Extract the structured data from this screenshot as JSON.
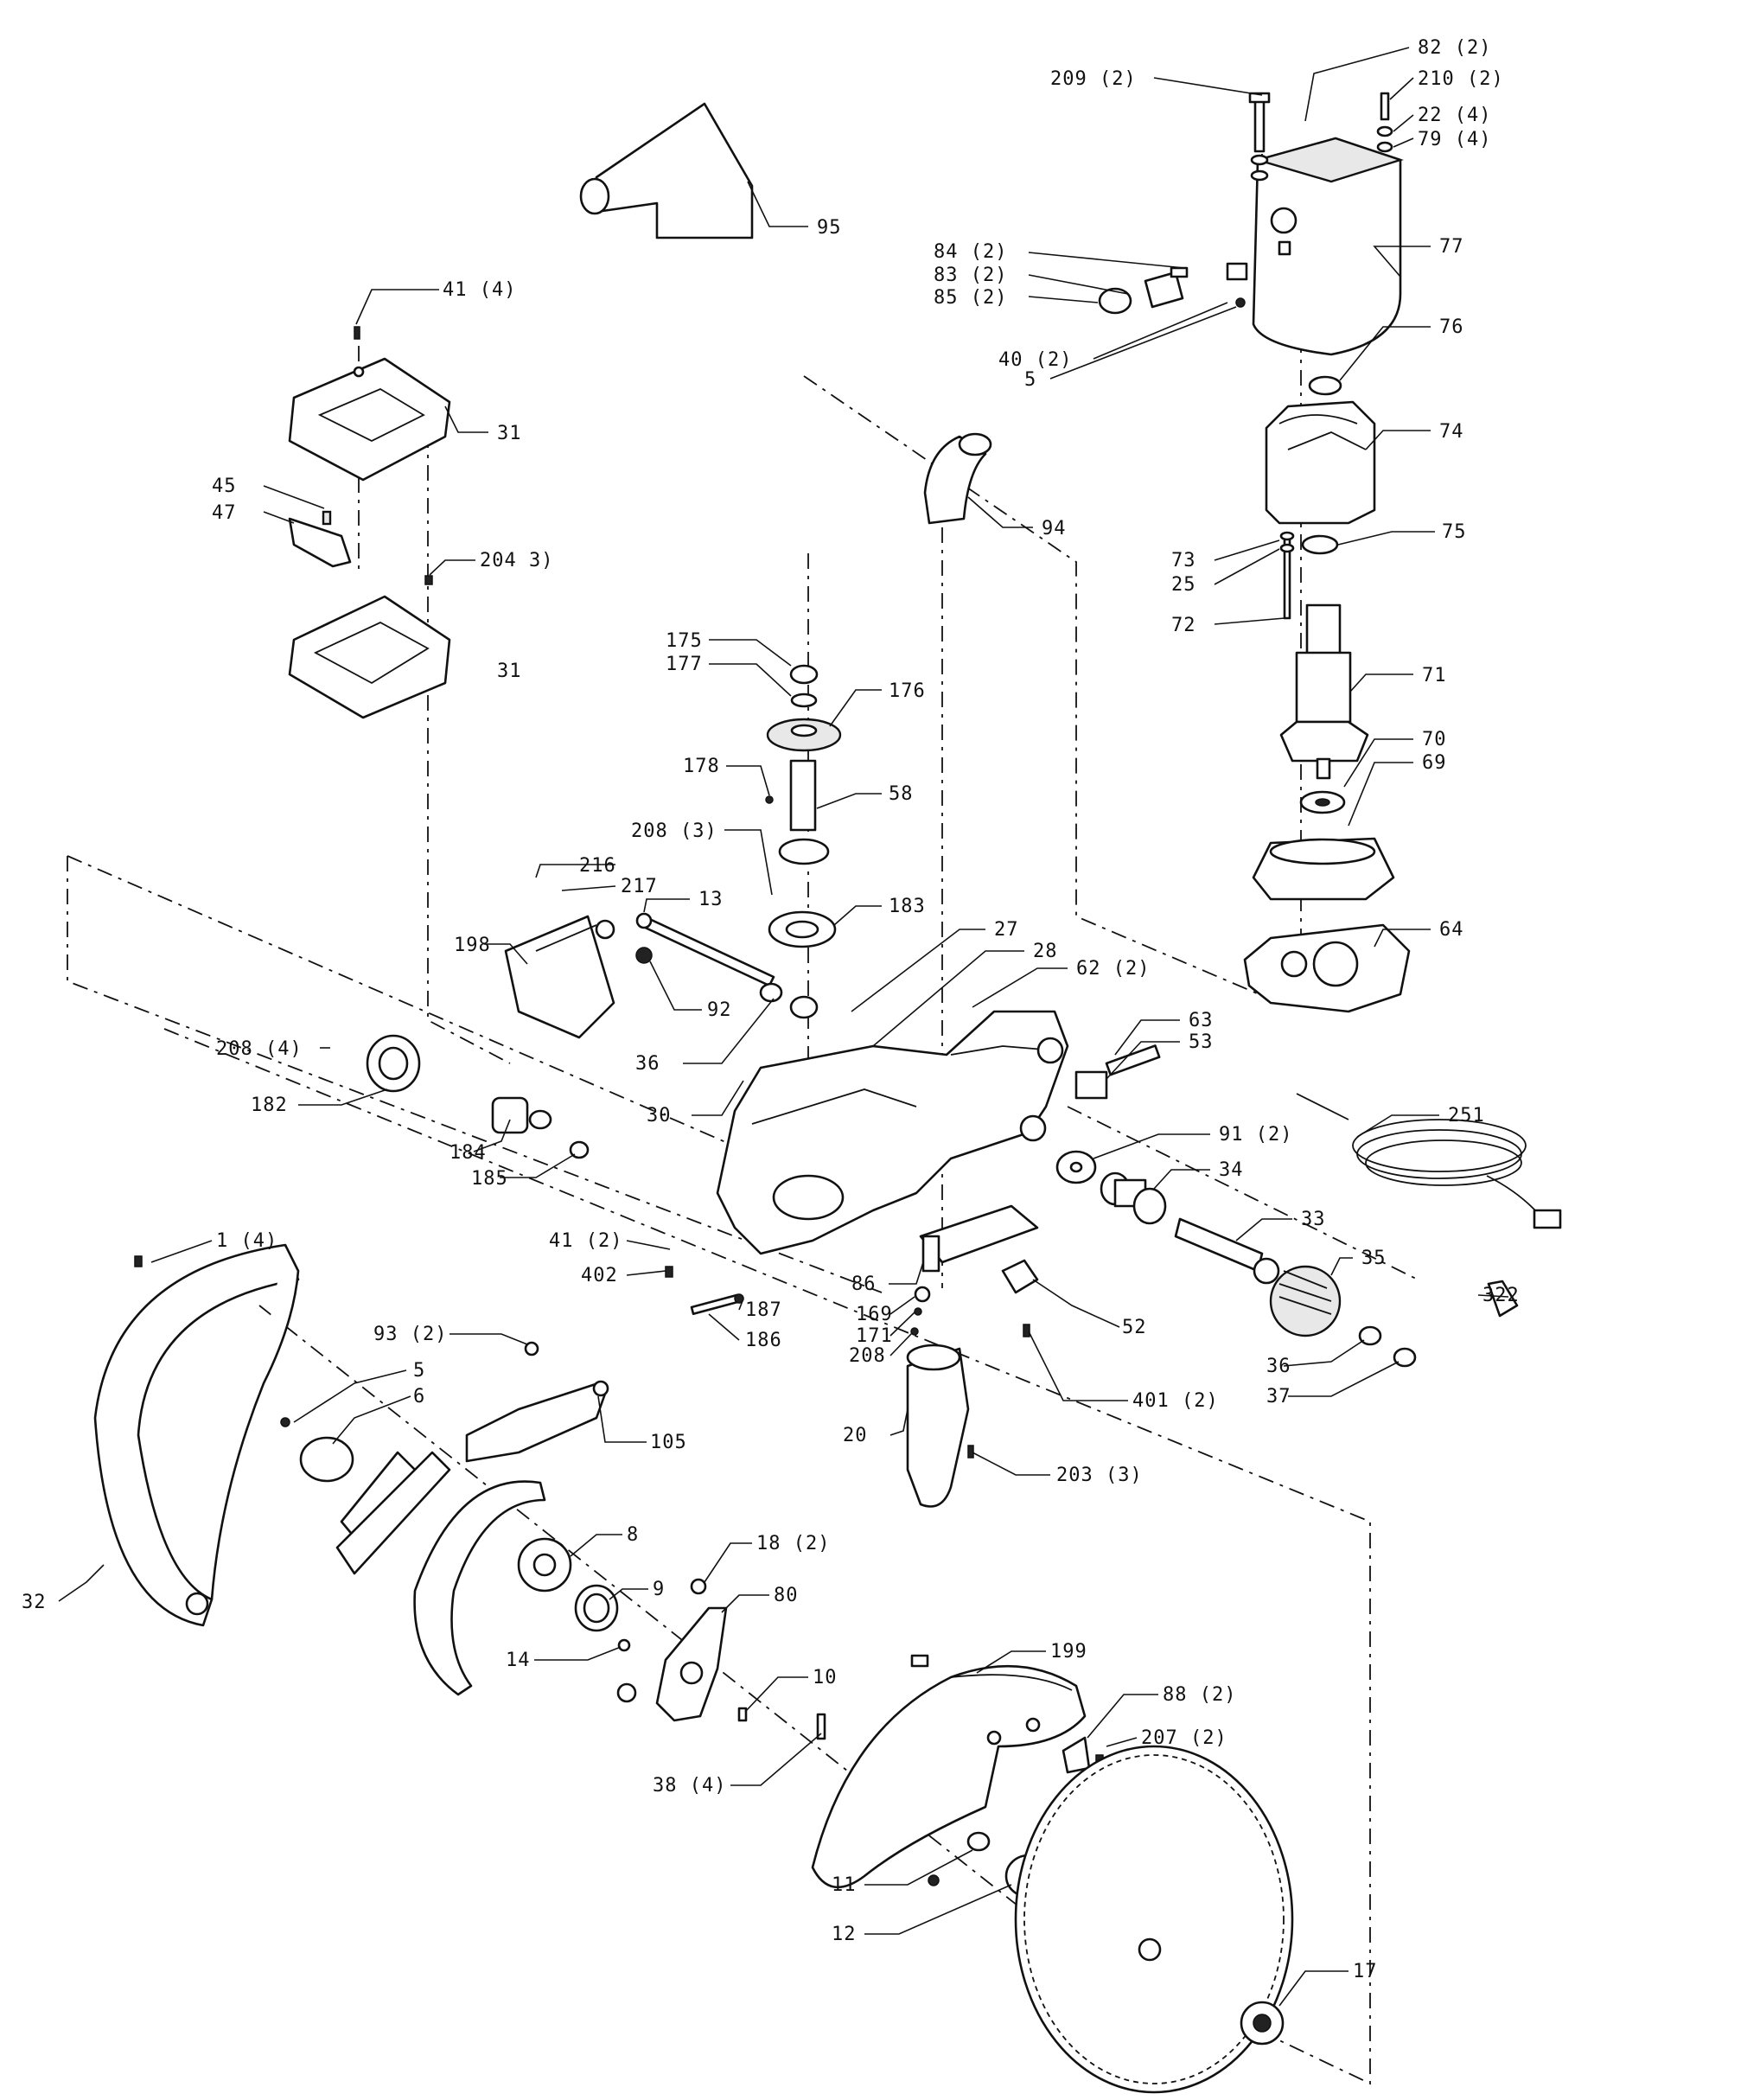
{
  "labels": [
    "82 (2)",
    "209 (2)",
    "210 (2)",
    "22 (4)",
    "79 (4)",
    "95",
    "77",
    "84 (2)",
    "83 (2)",
    "85 (2)",
    "76",
    "40 (2)",
    "5",
    "41 (4)",
    "31",
    "74",
    "45",
    "47",
    "94",
    "204 3)",
    "73",
    "75",
    "25",
    "72",
    "175",
    "177",
    "176",
    "71",
    "178",
    "58",
    "70",
    "69",
    "208 (3)",
    "216",
    "217",
    "13",
    "183",
    "198",
    "92",
    "27",
    "28",
    "62 (2)",
    "64",
    "63",
    "208 (4)",
    "36",
    "53",
    "182",
    "30",
    "251",
    "184",
    "91 (2)",
    "185",
    "34",
    "33",
    "41 (2)",
    "402",
    "35",
    "86",
    "187",
    "186",
    "169",
    "52",
    "322",
    "171",
    "208",
    "36",
    "1 (4)",
    "93 (2)",
    "37",
    "5",
    "401 (2)",
    "6",
    "105",
    "20",
    "203 (3)",
    "8",
    "18 (2)",
    "9",
    "80",
    "199",
    "14",
    "32",
    "10",
    "88 (2)",
    "207 (2)",
    "38 (4)",
    "11",
    "12",
    "17"
  ],
  "colors": {
    "ink": "#111111",
    "paper": "#ffffff",
    "shade": "#e8e8e8"
  }
}
